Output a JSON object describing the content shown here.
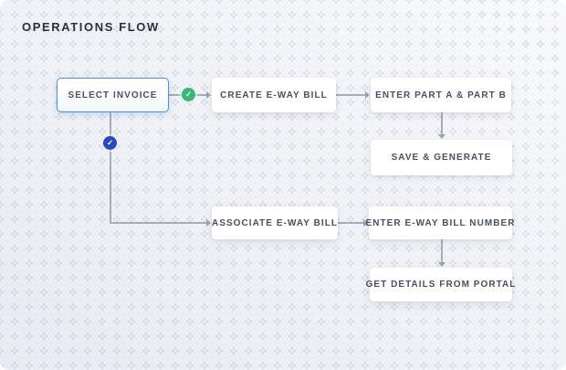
{
  "page": {
    "title": "OPERATIONS FLOW"
  },
  "colors": {
    "selected_node_border": "#4a90dd",
    "create_path_badge": "#38b877",
    "associate_path_badge": "#2b49bb",
    "connector": "#a6adba",
    "node_text": "#4a4f63"
  },
  "nodes": {
    "select_invoice": {
      "label": "SELECT INVOICE",
      "state": "selected"
    },
    "create_eway_bill": {
      "label": "CREATE E-WAY BILL"
    },
    "enter_part_a_b": {
      "label": "ENTER PART A & PART B"
    },
    "save_and_generate": {
      "label": "SAVE & GENERATE"
    },
    "associate_eway_bill": {
      "label": "ASSOCIATE E-WAY BILL"
    },
    "enter_eway_bill_number": {
      "label": "ENTER E-WAY BILL NUMBER"
    },
    "get_details_from_portal": {
      "label": "GET DETAILS FROM PORTAL"
    }
  },
  "badges": {
    "create_path": {
      "glyph": "✓",
      "color": "#38b877"
    },
    "associate_path": {
      "glyph": "✓",
      "color": "#2b49bb"
    }
  }
}
